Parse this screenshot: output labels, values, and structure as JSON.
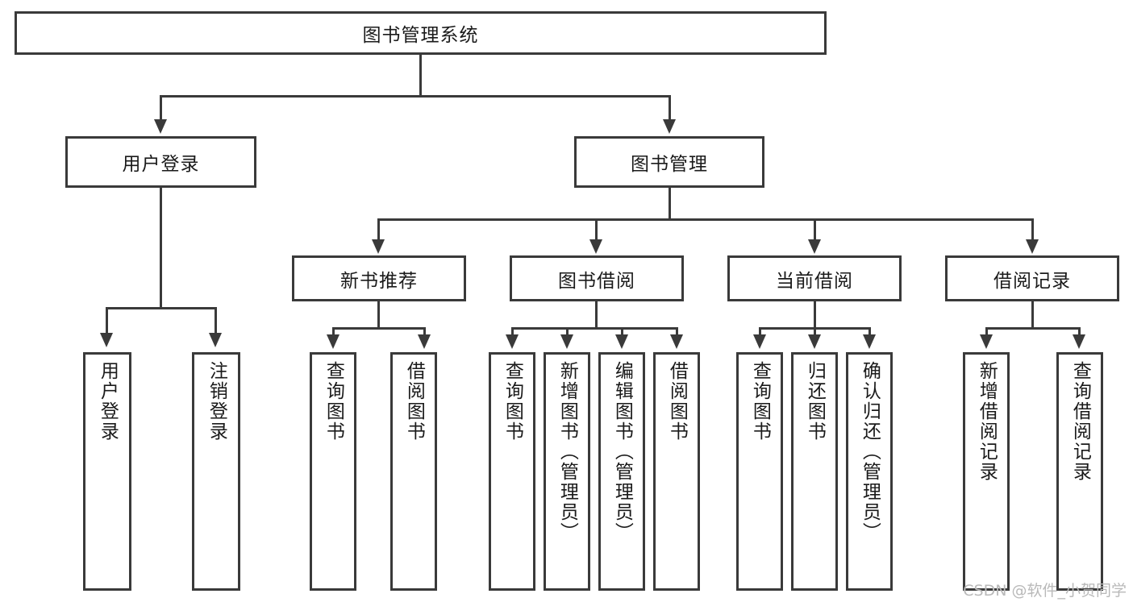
{
  "diagram": {
    "title": "图书管理系统",
    "type": "tree-hierarchy-chart",
    "colors": {
      "stroke": "#3a3a3a",
      "fill": "#ffffff",
      "text": "#1a1a1a",
      "watermark": "#b9b9b9"
    },
    "root": {
      "label": "图书管理系统"
    },
    "level1": [
      {
        "label": "用户登录"
      },
      {
        "label": "图书管理"
      }
    ],
    "level2": [
      {
        "label": "新书推荐"
      },
      {
        "label": "图书借阅"
      },
      {
        "label": "当前借阅"
      },
      {
        "label": "借阅记录"
      }
    ],
    "leaves": {
      "user_login": [
        {
          "label": "用户登录"
        },
        {
          "label": "注销登录"
        }
      ],
      "new_book_recommend": [
        {
          "label": "查询图书"
        },
        {
          "label": "借阅图书"
        }
      ],
      "book_borrow": [
        {
          "label": "查询图书"
        },
        {
          "label": "新增图书（管理员）"
        },
        {
          "label": "编辑图书（管理员）"
        },
        {
          "label": "借阅图书"
        }
      ],
      "current_borrow": [
        {
          "label": "查询图书"
        },
        {
          "label": "归还图书"
        },
        {
          "label": "确认归还（管理员）"
        }
      ],
      "borrow_record": [
        {
          "label": "新增借阅记录"
        },
        {
          "label": "查询借阅记录"
        }
      ]
    },
    "watermark": "CSDN @软件_小贺同学"
  }
}
